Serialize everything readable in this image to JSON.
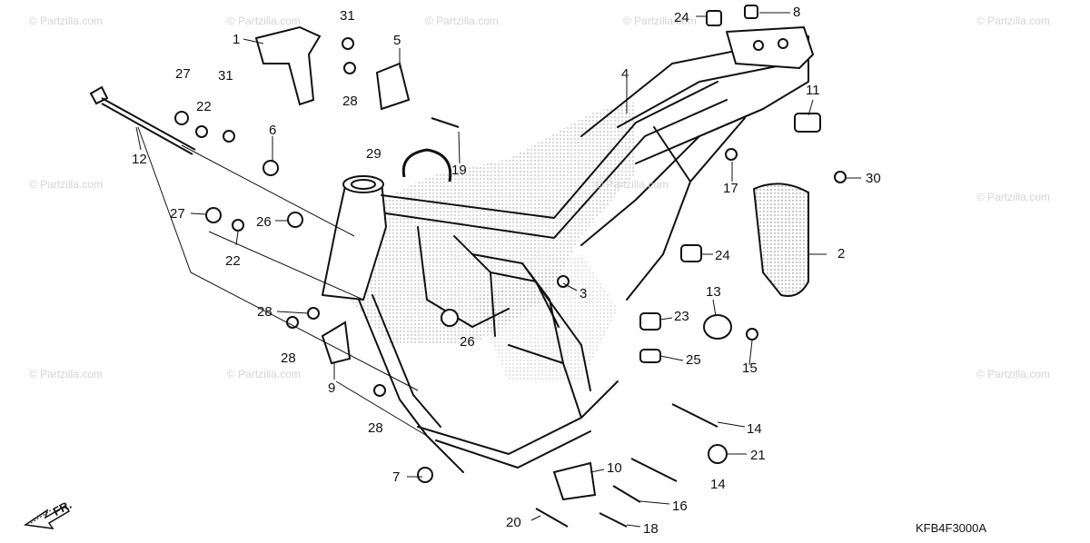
{
  "diagram": {
    "code": "KFB4F3000A",
    "direction_label": "FR.",
    "watermark": "© Partzilla.com",
    "callouts": {
      "c1": "1",
      "c2": "2",
      "c3": "3",
      "c4": "4",
      "c5": "5",
      "c6": "6",
      "c7": "7",
      "c8": "8",
      "c9": "9",
      "c10": "10",
      "c11": "11",
      "c12": "12",
      "c13": "13",
      "c14a": "14",
      "c14b": "14",
      "c15": "15",
      "c16": "16",
      "c17": "17",
      "c18": "18",
      "c19": "19",
      "c20": "20",
      "c21": "21",
      "c22a": "22",
      "c22b": "22",
      "c23": "23",
      "c24a": "24",
      "c24b": "24",
      "c25": "25",
      "c26a": "26",
      "c26b": "26",
      "c27a": "27",
      "c27b": "27",
      "c28a": "28",
      "c28b": "28",
      "c28c": "28",
      "c28d": "28",
      "c29": "29",
      "c30": "30",
      "c31a": "31",
      "c31b": "31"
    }
  }
}
